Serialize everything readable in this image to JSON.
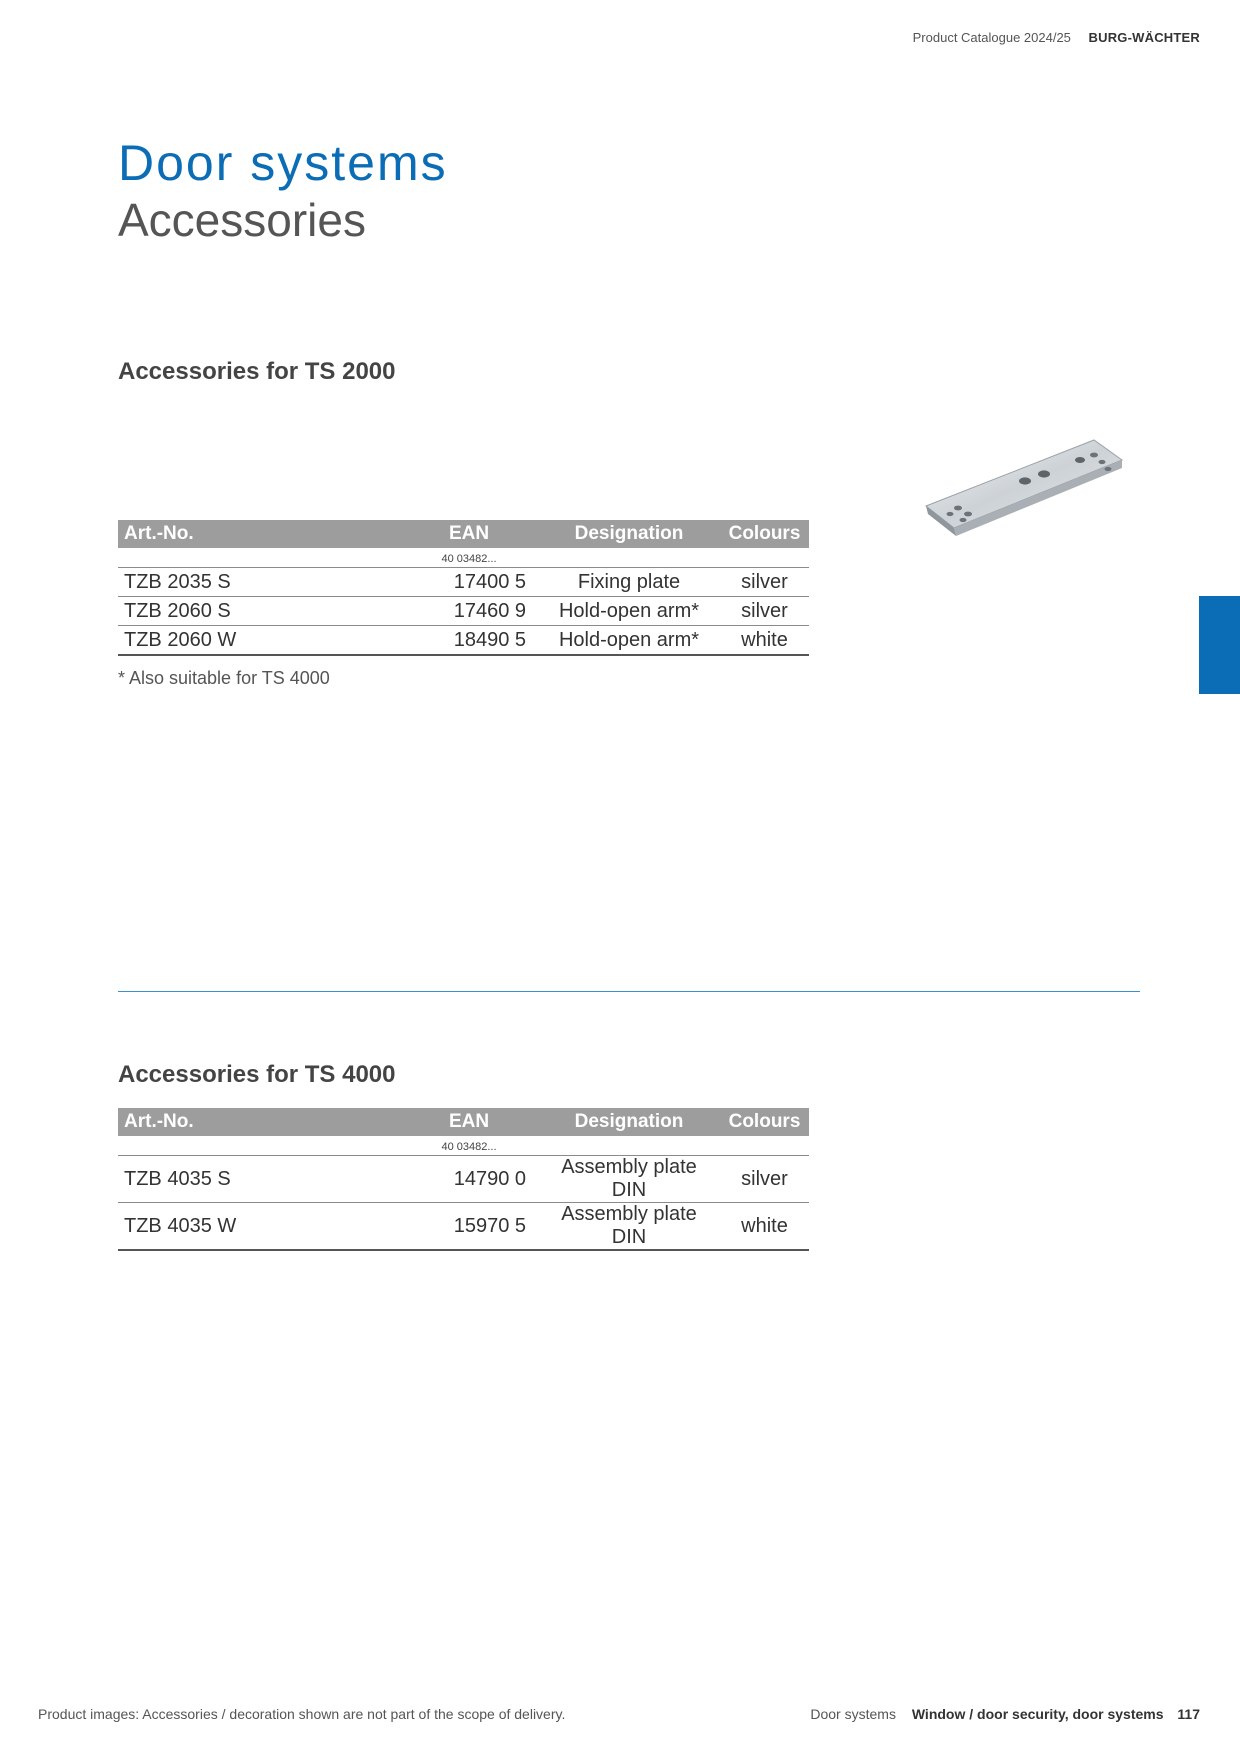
{
  "header": {
    "catalogue": "Product Catalogue 2024/25",
    "brand": "BURG-WÄCHTER"
  },
  "page_title": "Door systems",
  "page_subtitle": "Accessories",
  "columns": {
    "art_no": "Art.-No.",
    "ean": "EAN",
    "designation": "Designation",
    "colours": "Colours",
    "ean_prefix": "40 03482..."
  },
  "section1": {
    "title": "Accessories for TS 2000",
    "rows": [
      {
        "art_no": "TZB 2035 S",
        "ean": "17400 5",
        "designation": "Fixing plate",
        "colour": "silver"
      },
      {
        "art_no": "TZB 2060 S",
        "ean": "17460 9",
        "designation": "Hold-open arm*",
        "colour": "silver"
      },
      {
        "art_no": "TZB 2060 W",
        "ean": "18490 5",
        "designation": "Hold-open arm*",
        "colour": "white"
      }
    ],
    "footnote": "* Also suitable for TS 4000"
  },
  "section2": {
    "title": "Accessories for TS 4000",
    "rows": [
      {
        "art_no": "TZB 4035 S",
        "ean": "14790 0",
        "designation": "Assembly plate DIN",
        "colour": "silver"
      },
      {
        "art_no": "TZB 4035 W",
        "ean": "15970 5",
        "designation": "Assembly plate DIN",
        "colour": "white"
      }
    ]
  },
  "footer": {
    "disclaimer": "Product images: Accessories / decoration shown are not part of the scope of delivery.",
    "section": "Door systems",
    "chapter": "Window / door security, door systems",
    "page": "117"
  },
  "colors": {
    "accent_blue": "#0a6db5",
    "table_header_grey": "#9d9d9d",
    "divider_blue": "#3a8fd0"
  }
}
